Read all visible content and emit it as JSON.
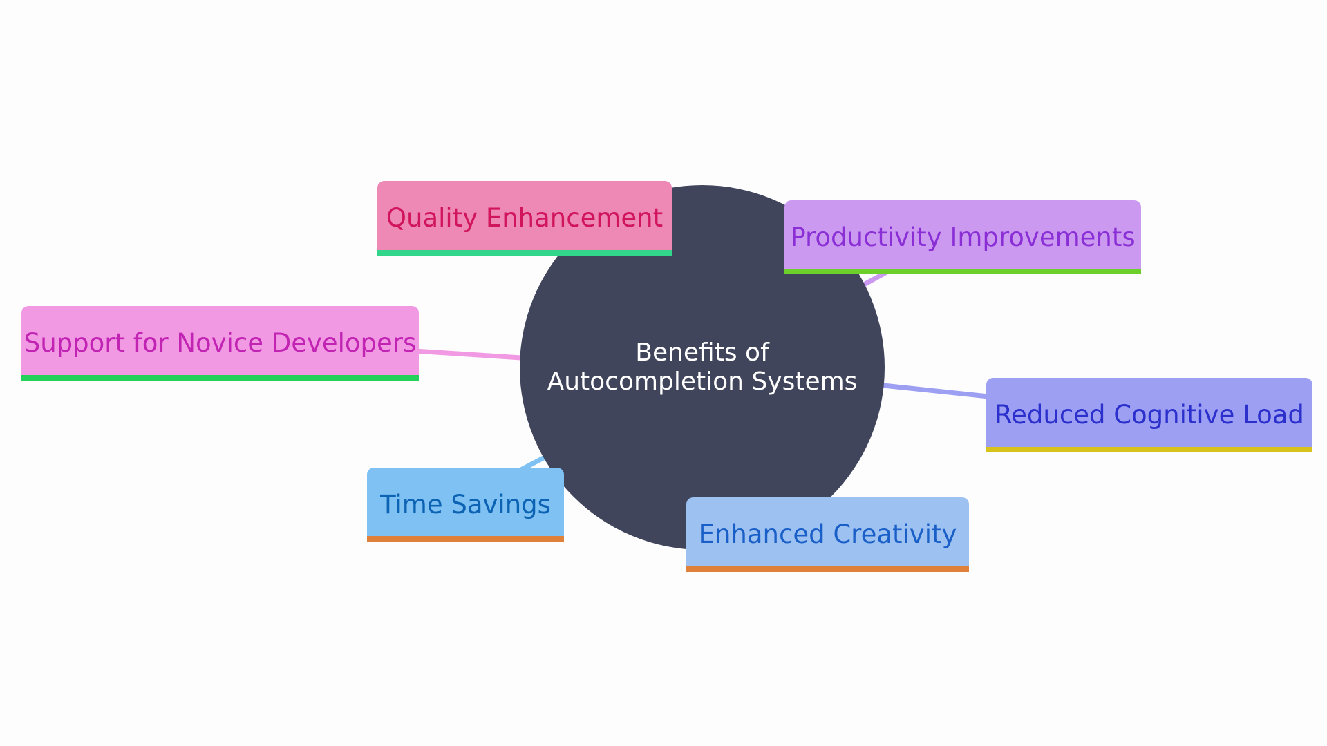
{
  "center": {
    "label": "Benefits of Autocompletion Systems",
    "color": "#40455c"
  },
  "nodes": [
    {
      "id": "quality-enhancement",
      "label": "Quality Enhancement",
      "bg": "#ee88b4",
      "text": "#d0155d",
      "bar": "#32d68a",
      "link": "#ee88b4"
    },
    {
      "id": "productivity-improvements",
      "label": "Productivity Improvements",
      "bg": "#cc99f0",
      "text": "#8a2fd6",
      "bar": "#6ccf2a",
      "link": "#cc99f0"
    },
    {
      "id": "support-for-novice-developers",
      "label": "Support for Novice Developers",
      "bg": "#f299e4",
      "text": "#c123b3",
      "bar": "#22d05a",
      "link": "#f299e4"
    },
    {
      "id": "reduced-cognitive-load",
      "label": "Reduced Cognitive Load",
      "bg": "#9da0f2",
      "text": "#2b2fcc",
      "bar": "#d8c21c",
      "link": "#9da0f2"
    },
    {
      "id": "time-savings",
      "label": "Time Savings",
      "bg": "#7ec1f2",
      "text": "#0d63b3",
      "bar": "#e0813a",
      "link": "#7ec1f2"
    },
    {
      "id": "enhanced-creativity",
      "label": "Enhanced Creativity",
      "bg": "#9dc2f2",
      "text": "#1a5fc7",
      "bar": "#e0813a",
      "link": "#9dc2f2"
    }
  ]
}
